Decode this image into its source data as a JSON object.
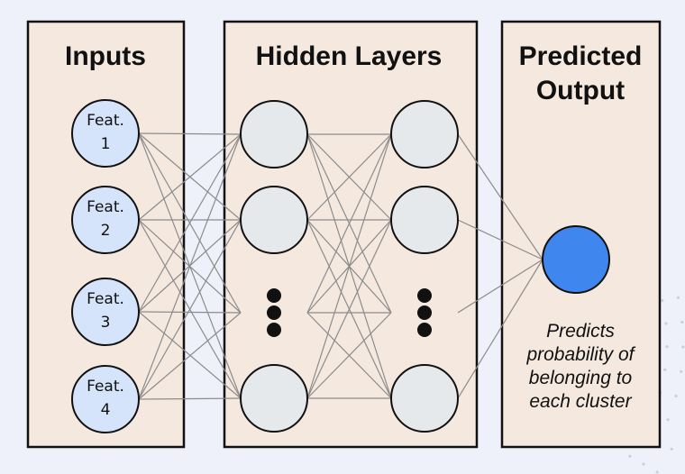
{
  "panels": {
    "inputs": {
      "title": "Inputs"
    },
    "hidden": {
      "title": "Hidden Layers"
    },
    "output": {
      "title_line1": "Predicted",
      "title_line2": "Output"
    }
  },
  "features": [
    {
      "line1": "Feat.",
      "line2": "1"
    },
    {
      "line1": "Feat.",
      "line2": "2"
    },
    {
      "line1": "Feat.",
      "line2": "3"
    },
    {
      "line1": "Feat.",
      "line2": "4"
    }
  ],
  "output_note": [
    "Predicts",
    "probability of",
    "belonging to",
    "each cluster"
  ],
  "colors": {
    "background": "#eef1fa",
    "panel_fill": "#f4e8df",
    "input_node": "#d6e4fb",
    "hidden_node": "#e6e9eb",
    "output_node": "#3f86ee",
    "connection": "#8c8c8c",
    "outline": "#111111"
  }
}
